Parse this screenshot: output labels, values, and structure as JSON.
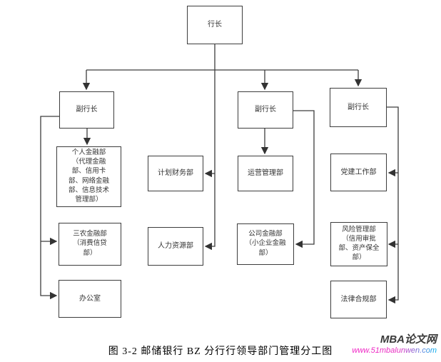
{
  "diagram": {
    "nodes": {
      "president": {
        "label": "行长"
      },
      "vp1": {
        "label": "副行长"
      },
      "vp2": {
        "label": "副行长"
      },
      "vp3": {
        "label": "副行长"
      },
      "personal_finance": {
        "label": "个人金融部\n（代理金融\n部、信用卡\n部、网络金融\n部、信息技术\n管理部）"
      },
      "sannong_finance": {
        "label": "三农金融部\n（消费信贷\n部）"
      },
      "office": {
        "label": "办公室"
      },
      "planning_finance": {
        "label": "计划财务部"
      },
      "human_resources": {
        "label": "人力资源部"
      },
      "operations": {
        "label": "运营管理部"
      },
      "corporate_finance": {
        "label": "公司金融部\n（小企业金融\n部）"
      },
      "party_building": {
        "label": "党建工作部"
      },
      "risk_management": {
        "label": "风险管理部\n（信用审批\n部、资产保全\n部）"
      },
      "legal_compliance": {
        "label": "法律合规部"
      }
    },
    "edges": [
      {
        "from": "president",
        "to": "vp1"
      },
      {
        "from": "president",
        "to": "vp2"
      },
      {
        "from": "president",
        "to": "vp3"
      },
      {
        "from": "president",
        "to": "planning_finance"
      },
      {
        "from": "president",
        "to": "human_resources"
      },
      {
        "from": "vp1",
        "to": "personal_finance"
      },
      {
        "from": "vp1",
        "to": "sannong_finance"
      },
      {
        "from": "vp1",
        "to": "office"
      },
      {
        "from": "vp2",
        "to": "operations"
      },
      {
        "from": "vp2",
        "to": "corporate_finance"
      },
      {
        "from": "vp3",
        "to": "party_building"
      },
      {
        "from": "vp3",
        "to": "risk_management"
      },
      {
        "from": "vp3",
        "to": "legal_compliance"
      }
    ],
    "line_color": "#3d3d3d"
  },
  "caption": "图 3-2 邮储银行 BZ 分行行领导部门管理分工图",
  "watermark": {
    "site_name": "MBA论文网",
    "url": "www.51mbalunwen.com",
    "url_gradient_start": "#f01fc4",
    "url_gradient_end": "#00b2ef"
  }
}
